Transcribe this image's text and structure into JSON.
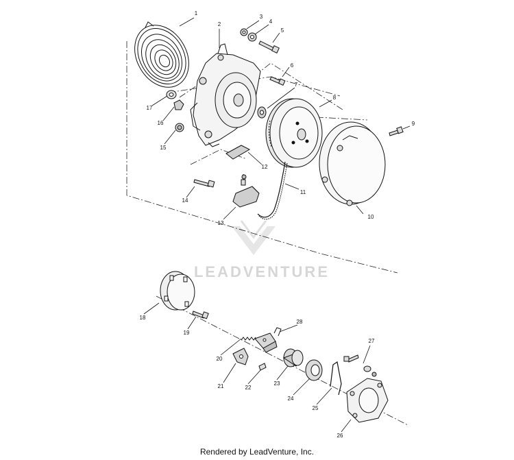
{
  "callouts": [
    "1",
    "2",
    "3",
    "4",
    "5",
    "6",
    "7",
    "8",
    "9",
    "10",
    "11",
    "12",
    "13",
    "14",
    "15",
    "16",
    "17",
    "18",
    "19",
    "20",
    "21",
    "22",
    "23",
    "24",
    "25",
    "26",
    "27",
    "28"
  ],
  "watermark": "LEADVENTURE",
  "footer": "Rendered by LeadVenture, Inc."
}
